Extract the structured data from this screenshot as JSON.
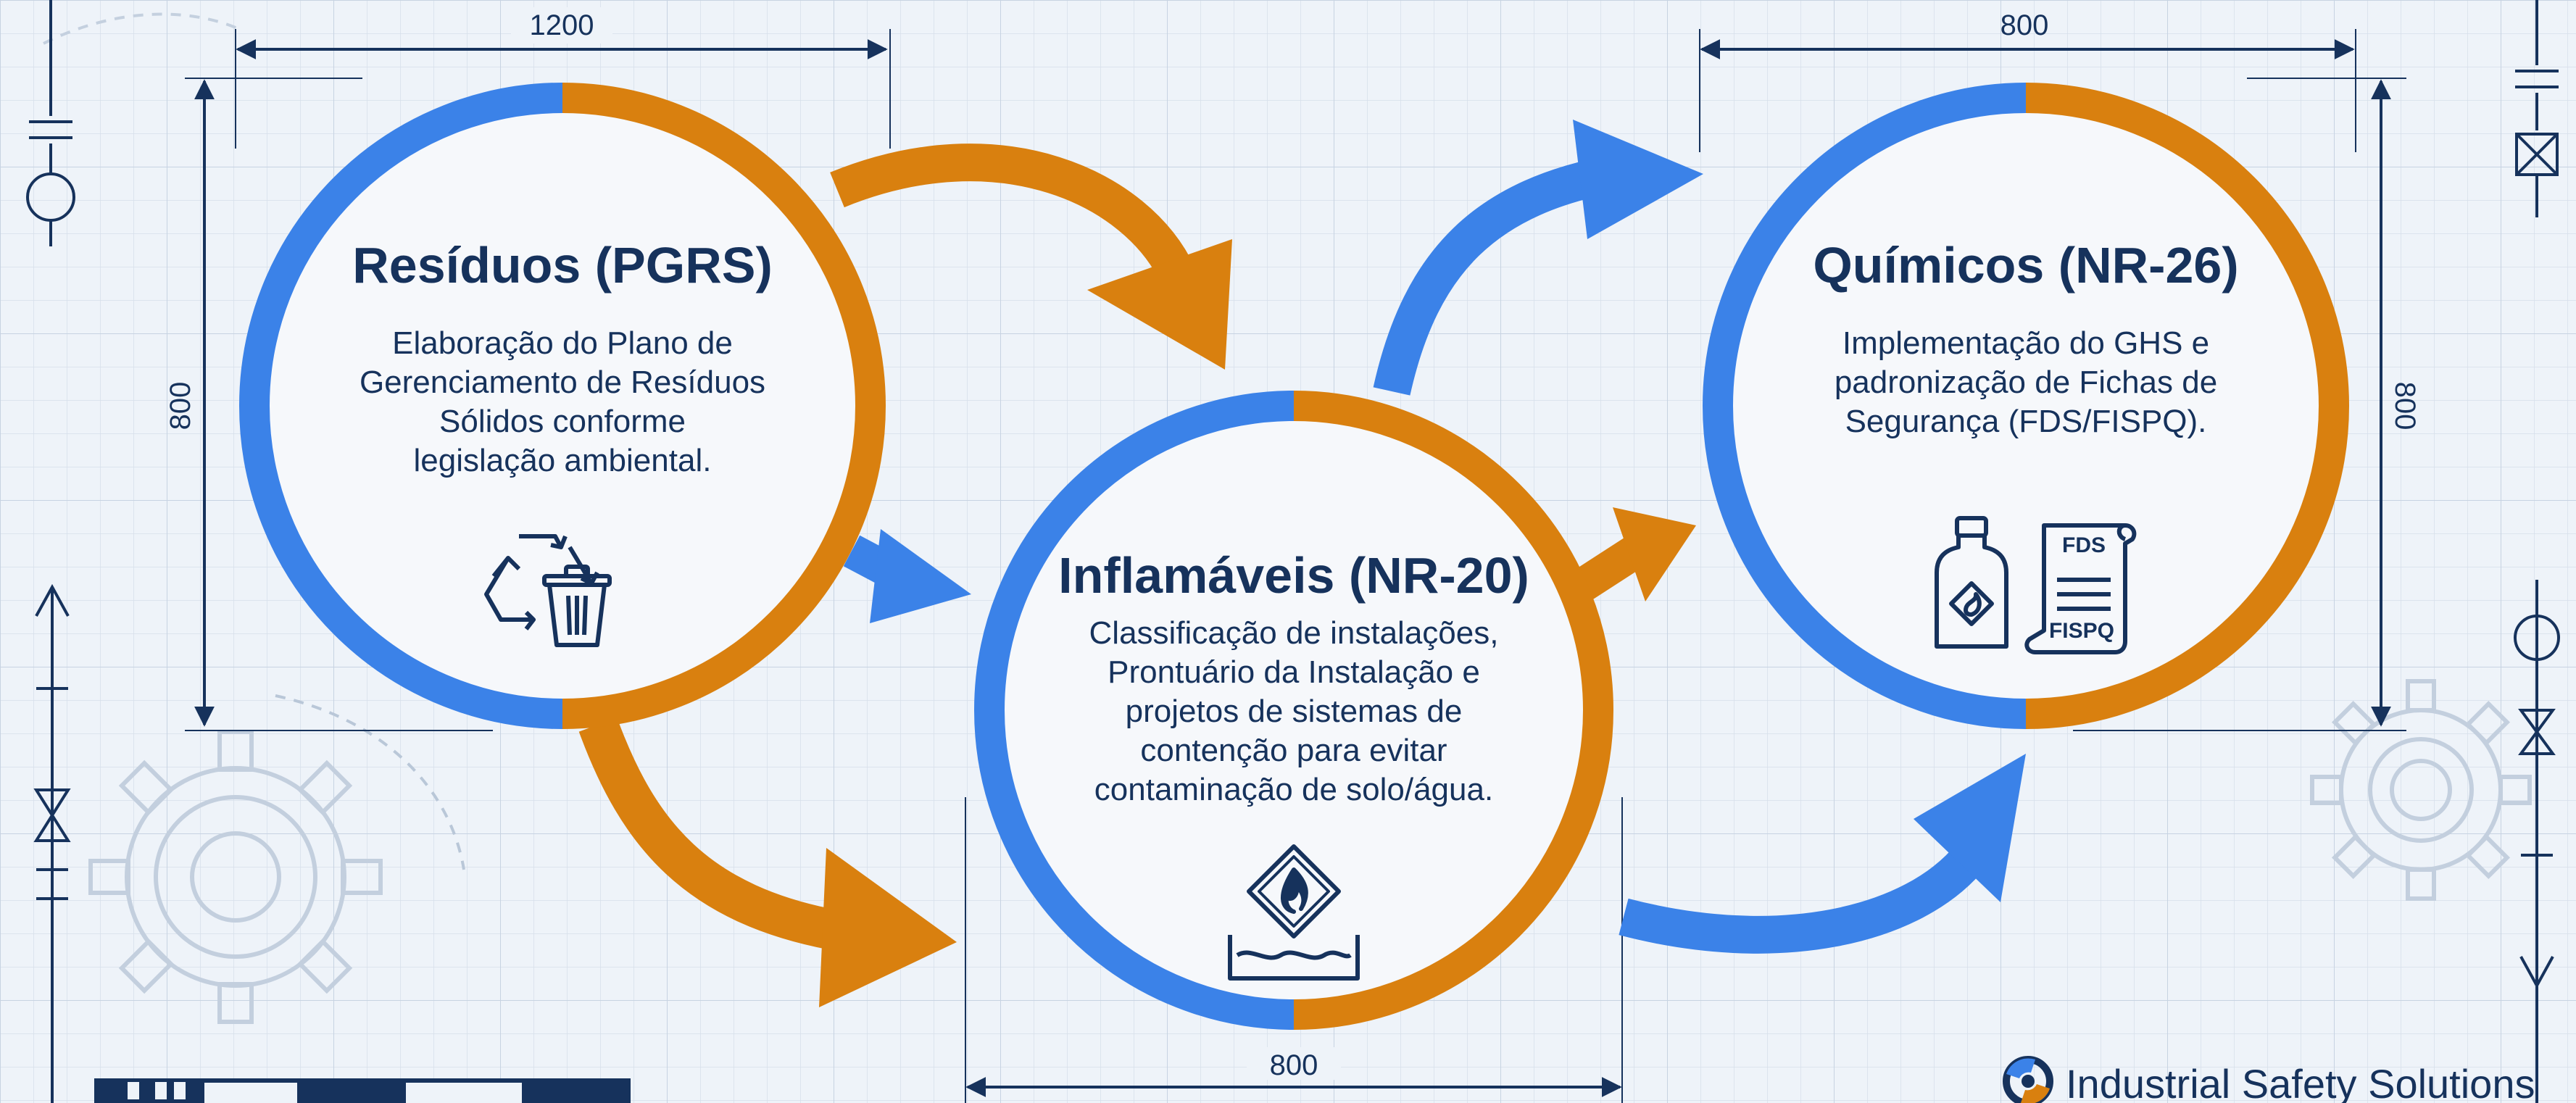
{
  "dimensions": {
    "left_width": "1200",
    "left_height": "800",
    "right_width": "800",
    "right_height": "800",
    "center_width": "800"
  },
  "nodes": {
    "residuos": {
      "title": "Resíduos (PGRS)",
      "desc": [
        "Elaboração do Plano de",
        "Gerenciamento de Resíduos",
        "Sólidos conforme",
        "legislação ambiental."
      ],
      "icon": "recycle-trash-icon"
    },
    "inflamaveis": {
      "title": "Inflamáveis (NR-20)",
      "desc": [
        "Classificação de instalações,",
        "Prontuário da Instalação e",
        "projetos de sistemas de",
        "contenção para evitar",
        "contaminação de solo/água."
      ],
      "icon": "flammable-containment-icon"
    },
    "quimicos": {
      "title": "Químicos (NR-26)",
      "desc": [
        "Implementação do GHS e",
        "padronização de Fichas de",
        "Segurança (FDS/FISPQ)."
      ],
      "icon": "chemical-bottle-document-icon",
      "doc_lines": [
        "FDS",
        "FISPQ"
      ]
    }
  },
  "brand": {
    "name": "Industrial Safety Solutions",
    "icon": "gear-logo-icon"
  },
  "colors": {
    "blue": "#3b82e8",
    "orange": "#d9800f",
    "navy": "#16325c",
    "background": "#eef3f9",
    "grid": "#d3dde9"
  }
}
